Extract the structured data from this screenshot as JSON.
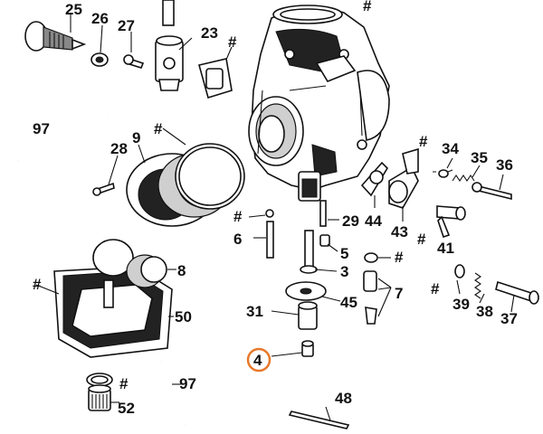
{
  "labels": {
    "l25": "25",
    "l26": "26",
    "l27": "27",
    "l23": "23",
    "hash_top": "#",
    "hash_23": "#",
    "l97a": "97",
    "l28": "28",
    "l9": "9",
    "hash_9": "#",
    "hash_6": "#",
    "l6": "6",
    "l29": "29",
    "l44": "44",
    "l43": "43",
    "hash_43": "#",
    "hash_34": "#",
    "l34": "34",
    "l35": "35",
    "l36": "36",
    "l41": "41",
    "l5": "5",
    "hash_7": "#",
    "l7": "7",
    "l8": "8",
    "hash_50": "#",
    "l50": "50",
    "l3": "3",
    "l45": "45",
    "l31": "31",
    "hash_39": "#",
    "l39": "39",
    "l38": "38",
    "l37": "37",
    "l4": "4",
    "hash_52": "#",
    "l52": "52",
    "l97b": "97",
    "l48": "48"
  },
  "colors": {
    "highlight": "#e8782a",
    "line": "#111111",
    "background": "#ffffff"
  }
}
